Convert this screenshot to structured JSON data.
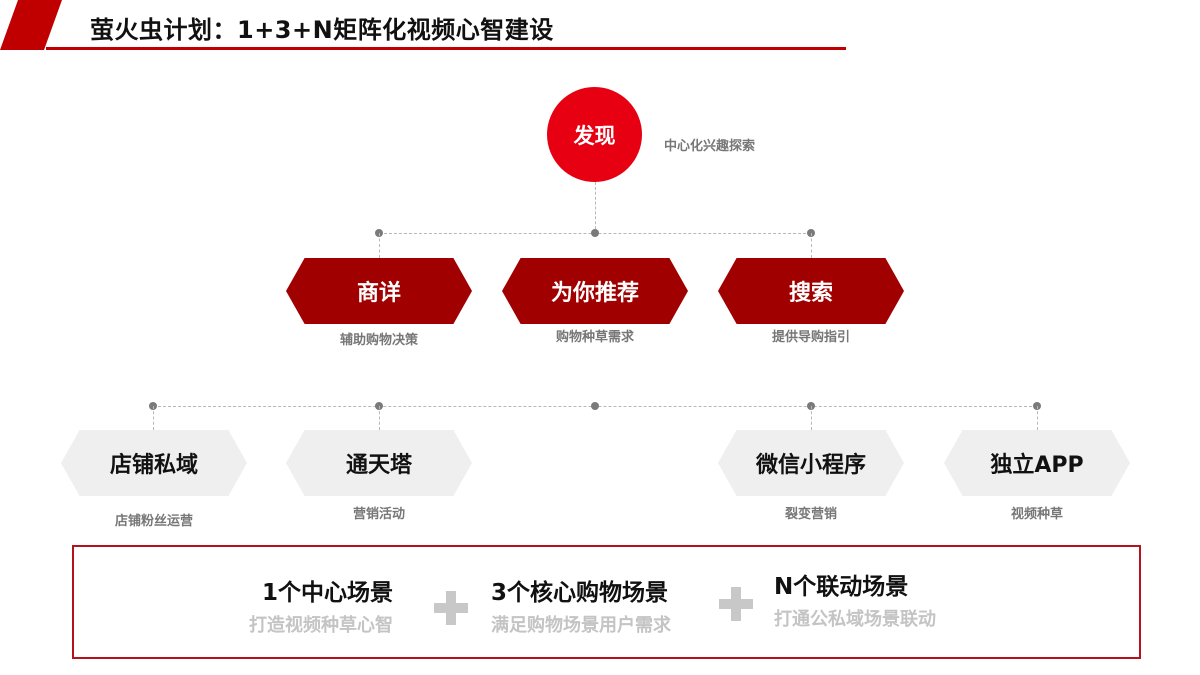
{
  "header": {
    "title": "萤火虫计划：1+3+N矩阵化视频心智建设",
    "accent_color": "#c00000"
  },
  "center_node": {
    "label": "发现",
    "description": "中心化兴趣探索",
    "color": "#e60012"
  },
  "core_nodes": [
    {
      "label": "商详",
      "description": "辅助购物决策"
    },
    {
      "label": "为你推荐",
      "description": "购物种草需求"
    },
    {
      "label": "搜索",
      "description": "提供导购指引"
    }
  ],
  "linked_nodes": [
    {
      "label": "店铺私域",
      "description": "店铺粉丝运营"
    },
    {
      "label": "通天塔",
      "description": "营销活动"
    },
    {
      "label": "微信小程序",
      "description": "裂变营销"
    },
    {
      "label": "独立APP",
      "description": "视频种草"
    }
  ],
  "summary": {
    "items": [
      {
        "title": "1个中心场景",
        "subtitle": "打造视频种草心智"
      },
      {
        "title": "3个核心购物场景",
        "subtitle": "满足购物场景用户需求"
      },
      {
        "title": "N个联动场景",
        "subtitle": "打通公私域场景联动"
      }
    ],
    "operator_icon": "plus-icon",
    "border_color": "#b5121b"
  },
  "colors": {
    "core_node_fill": "#a00000",
    "linked_node_fill": "#efefef",
    "connector": "#b8b8b8",
    "connector_dot": "#7a7a7a"
  }
}
